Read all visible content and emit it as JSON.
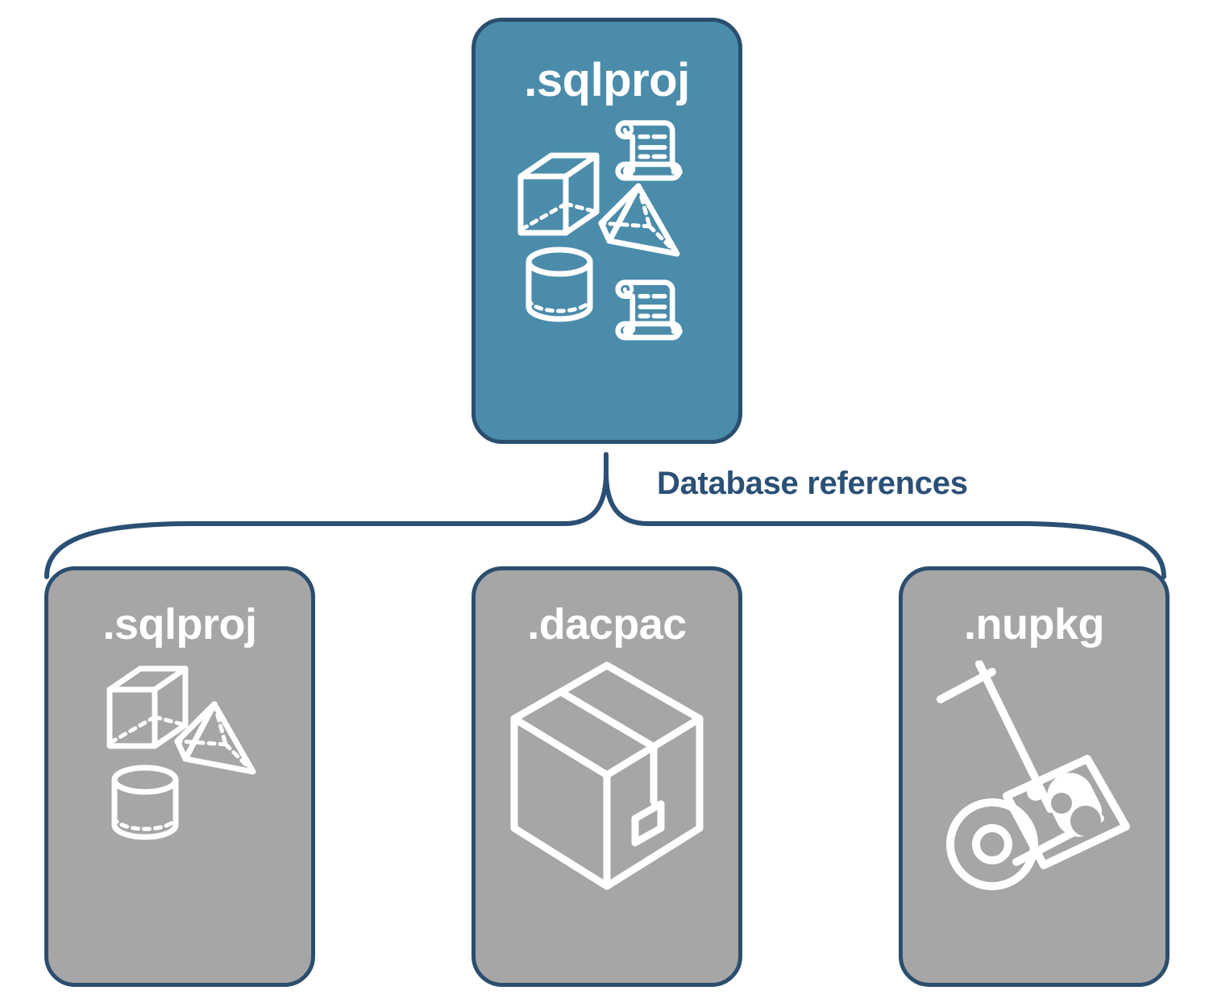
{
  "diagram": {
    "title_root": ".sqlproj",
    "connector_label": "Database references",
    "colors": {
      "accent_teal": "#4b8cab",
      "outline_navy": "#2b4e6e",
      "label_navy": "#2b5076",
      "card_gray": "#a6a6a6",
      "icon_white": "#ffffff",
      "background": "#ffffff"
    }
  },
  "root_node": {
    "label": ".sqlproj",
    "fill": "#4b8cab",
    "icons": [
      "cube-icon",
      "script-scroll-icon",
      "pyramid-icon",
      "cylinder-icon",
      "script-scroll-icon"
    ]
  },
  "reference_targets": [
    {
      "id": "sqlproj",
      "label": ".sqlproj",
      "fill": "#a6a6a6",
      "icons": [
        "cube-icon",
        "pyramid-icon",
        "cylinder-icon"
      ]
    },
    {
      "id": "dacpac",
      "label": ".dacpac",
      "fill": "#a6a6a6",
      "icons": [
        "package-box-icon"
      ]
    },
    {
      "id": "nupkg",
      "label": ".nupkg",
      "fill": "#a6a6a6",
      "icons": [
        "hand-truck-nuget-package-icon"
      ]
    }
  ]
}
